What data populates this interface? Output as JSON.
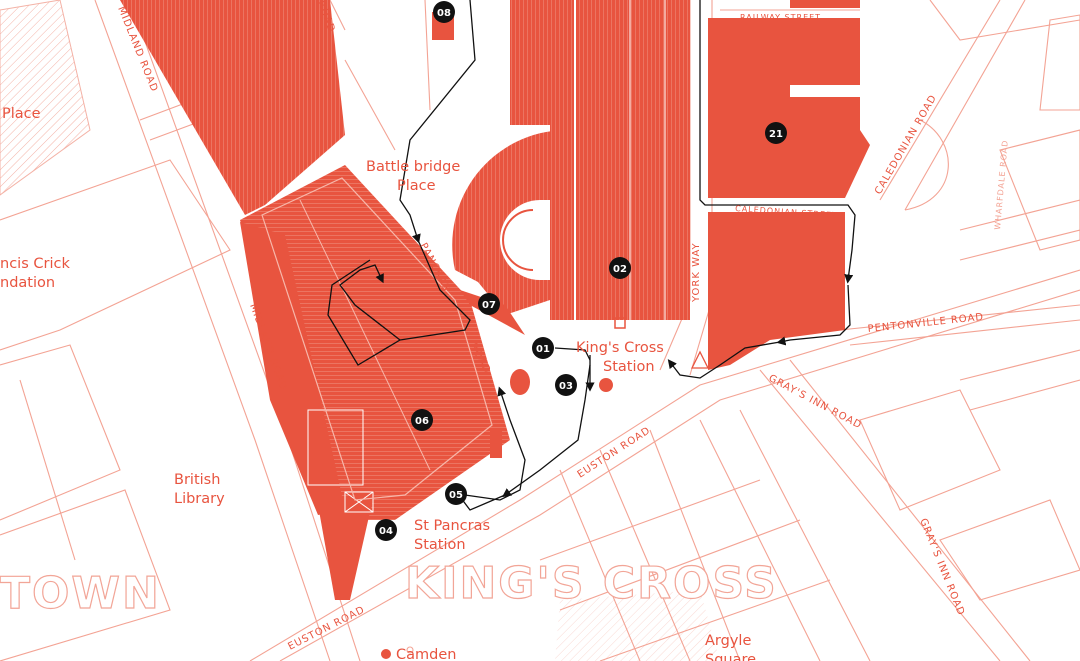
{
  "colors": {
    "accent": "#e8543f",
    "route": "#111111",
    "marker_bg": "#111111",
    "background": "#ffffff"
  },
  "districts": {
    "kings_cross": "KING'S CROSS",
    "town": "TOWN"
  },
  "places": {
    "place_fragment": "Place",
    "crick_line1": "ncis Crick",
    "crick_line2": "ndation",
    "battlebridge_line1": "Battle bridge",
    "battlebridge_line2": "Place",
    "british_library_line1": "British",
    "british_library_line2": "Library",
    "kings_cross_station_line1": "King's Cross",
    "kings_cross_station_line2": "Station",
    "st_pancras_station_line1": "St Pancras",
    "st_pancras_station_line2": "Station",
    "camden": "Camden",
    "argyle_line1": "Argyle",
    "argyle_line2": "Square"
  },
  "roads": {
    "midland_road_top": "MIDLAND ROAD",
    "midland_road": "MIDLAND ROAD",
    "pancras_road": "PANCRAS",
    "pancras_road_2": "ROAD",
    "york_way": "YORK WAY",
    "euston_road": "EUSTON ROAD",
    "euston_road_2": "EUSTON ROAD",
    "pentonville_road": "PENTONVILLE ROAD",
    "grays_inn_road": "GRAY'S INN ROAD",
    "grays_inn_road_2": "GRAY'S INN ROAD",
    "caledonian_road": "CALEDONIAN ROAD",
    "railway_street": "RAILWAY STREET",
    "caledonian_street": "CALEDONIAN STREET",
    "wharfdale_road": "WHARFDALE ROAD",
    "road_top": "ROAD"
  },
  "markers": [
    {
      "id": "01",
      "label": "01"
    },
    {
      "id": "02",
      "label": "02"
    },
    {
      "id": "03",
      "label": "03"
    },
    {
      "id": "04",
      "label": "04"
    },
    {
      "id": "05",
      "label": "05"
    },
    {
      "id": "06",
      "label": "06"
    },
    {
      "id": "07",
      "label": "07"
    },
    {
      "id": "08",
      "label": "08"
    },
    {
      "id": "21",
      "label": "21"
    }
  ]
}
